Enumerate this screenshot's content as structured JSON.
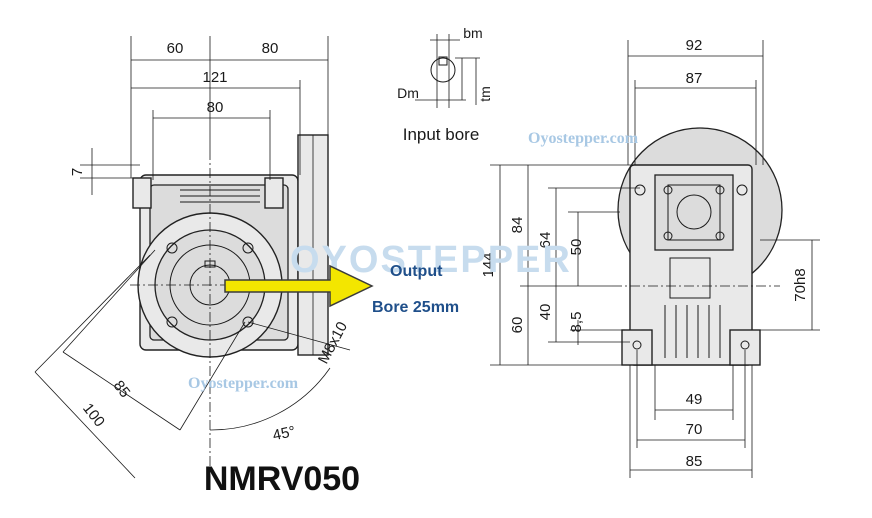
{
  "model": "NMRV050",
  "callout": {
    "line1": "Output",
    "line2": "Bore 25mm"
  },
  "input_bore": {
    "caption": "Input bore",
    "bm": "bm",
    "dm": "Dm",
    "tm": "tm"
  },
  "watermark": {
    "top": "Oyostepper.com",
    "bottom": "Oyostepper.com",
    "center": "OYOSTEPPER"
  },
  "left_view": {
    "d60": "60",
    "d80_top": "80",
    "d121": "121",
    "d80_inner": "80",
    "d7": "7",
    "d85": "85",
    "d100": "100",
    "d45": "45°",
    "m8": "M8x10"
  },
  "right_view": {
    "d92": "92",
    "d87": "87",
    "d144": "144",
    "d84": "84",
    "d64": "64",
    "d50": "50",
    "d40": "40",
    "d60": "60",
    "d8_5": "8,5",
    "d70h8": "70h8",
    "d49": "49",
    "d70": "70",
    "d85": "85"
  },
  "colors": {
    "arrow_fill": "#f3e600",
    "arrow_stroke": "#3b3b3b",
    "callout_text": "#1f4f8a",
    "watermark": "#a8c8e4"
  }
}
